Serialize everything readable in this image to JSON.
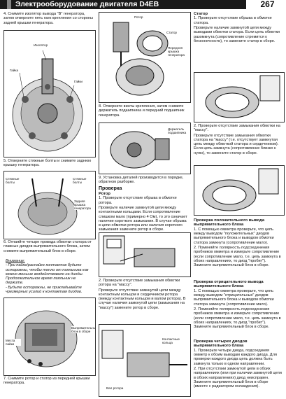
{
  "header": {
    "title": "Электрооборудование двигателя D4EB",
    "page": "267"
  },
  "left": {
    "step4": "4. Снимите изолятор вывода \"B\" генератора, затем отверните пять гаек крепления со стороны задней крышки генератора.",
    "fig1": {
      "insulator": "Изолятор",
      "nut": "Гайка",
      "nuts": "Гайки"
    },
    "step5": "5. Отверните стяжные болты и снимите заднюю крышку генератора.",
    "fig2": {
      "bolts_left": "Стяжные болты",
      "bolts_right": "Стяжные болты",
      "rear_cover": "Задняя крышка генератора"
    },
    "step6": "6. Отпаяйте четыре провода обмотки статора от главных диодов выпрямительного блока, затем снимите выпрямительный блок в сборе.",
    "caution_title": "Внимание:",
    "caution1": "- При пайке/распайке контактов будьте осторожны, чтобы тепло от паяльника как можно меньше воздействовало на диоды. Продолжительное время паяльник не держите.",
    "caution2": "- Будьте осторожны, не прикладывайте чрезмерных усилий к контактам диодов.",
    "fig3": {
      "solder": "Места пайки",
      "rectifier": "Выпрямительный блок в сборе"
    },
    "step7": "7. Снимите ротор и статор из передней крышки генератора."
  },
  "mid": {
    "fig4": {
      "rotor": "Ротор",
      "stator": "Статор",
      "front_cover": "Передняя крышка генератора"
    },
    "step8": "8. Отверните винты крепления, затем снимите держатель подшипника и передний подшипник генератора.",
    "fig5": {
      "holder": "Держатель подшипника"
    },
    "step9": "9. Установка деталей производится в порядке, обратном разборке.",
    "check_title": "Проверка",
    "rotor_title": "Ротор",
    "rotor1": "1. Проверьте отсутствие обрыва в обмотке ротора.",
    "rotor1b": "Проверьте наличие замкнутой цепи между контактными кольцами. Если сопротивление слишком мало (примерно 4 Ом), то это означает наличие короткого замыкания. В случае обрыва в цепи обмотки ротора или наличия короткого замыкания замените ротор в сборе.",
    "rotor2": "2. Проверьте отсутствие замыкания обмотки ротора на \"массу\".",
    "rotor2b": "Проверьте отсутствие замкнутой цепи между контактным кольцом и сердечником ротора (между контактным кольцом и валом ротора). В случае наличия замкнутой цепи (замыкания на \"массу\") замените ротор в сборе.",
    "fig7": {
      "rings": "Контактные кольца",
      "shaft": "Вал ротора"
    }
  },
  "right": {
    "stator_title": "Статор",
    "stator1": "1. Проверьте отсутствие обрыва в обмотке статора.",
    "stator1b": "Проверьте наличие замкнутой цепи между выводами обмотки статора. Если цепь обмотки разомкнута (сопротивление стремится к бесконечности), то замените статор в сборе.",
    "stator2": "2. Проверьте отсутствие замыкания обмотки на \"массу\".",
    "stator2b": "Проверьте отсутствие замыкания обмотки статора на \"массу\" (т.е. отсутствует замкнутая цепь между обмоткой статора и сердечником). Если цепь замкнута (сопротивление близко к нулю), то замените статор в сборе.",
    "pos_title": "Проверка положительного вывода выпрямительного блока",
    "pos1": "1. С помощью омметра проверьте, что цепь между выводом \"положительных\" диодов выпрямительного блока и выводом обмотки статора замкнута (сопротивление мало).",
    "pos2": "2. Поменяйте полярность подсоединения пробников омметра и измерьте сопротивление (если сопротивление мало, т.е. цепь замкнута в обоих направлениях, то диод \"пробит\"). Замените выпрямительный блок в сборе.",
    "neg_title": "Проверка отрицательного вывода выпрямительного блока",
    "neg1": "1. С помощью омметра проверьте, что цепь между выводом \"отрицательных\" диодов выпрямительного блока и выводом обмотки статора замкнута (сопротивление мало).",
    "neg2": "2. Поменяйте полярность подсоединения пробников омметра и измерьте сопротивление (если сопротивление мало, т.е. цепь замкнута в обоих направлениях, то диод \"пробит\"). Замените выпрямительный блок в сборе.",
    "aux_title": "Проверка четырех диодов выпрямительного блока",
    "aux1": "1. Проверьте четыре диода, подсоединяя омметр к обоим выводам каждого диода. Для проверки каждого диода цепь должна быть замкнута только в одном направлении.",
    "aux2": "2. При отсутствии замкнутой цепи в обоих направлениях (или при наличии замкнутой цепи в обоих направлениях) диод неисправен. Замените выпрямительный блок в сборе (вместе с радиатором охлаждения)."
  }
}
